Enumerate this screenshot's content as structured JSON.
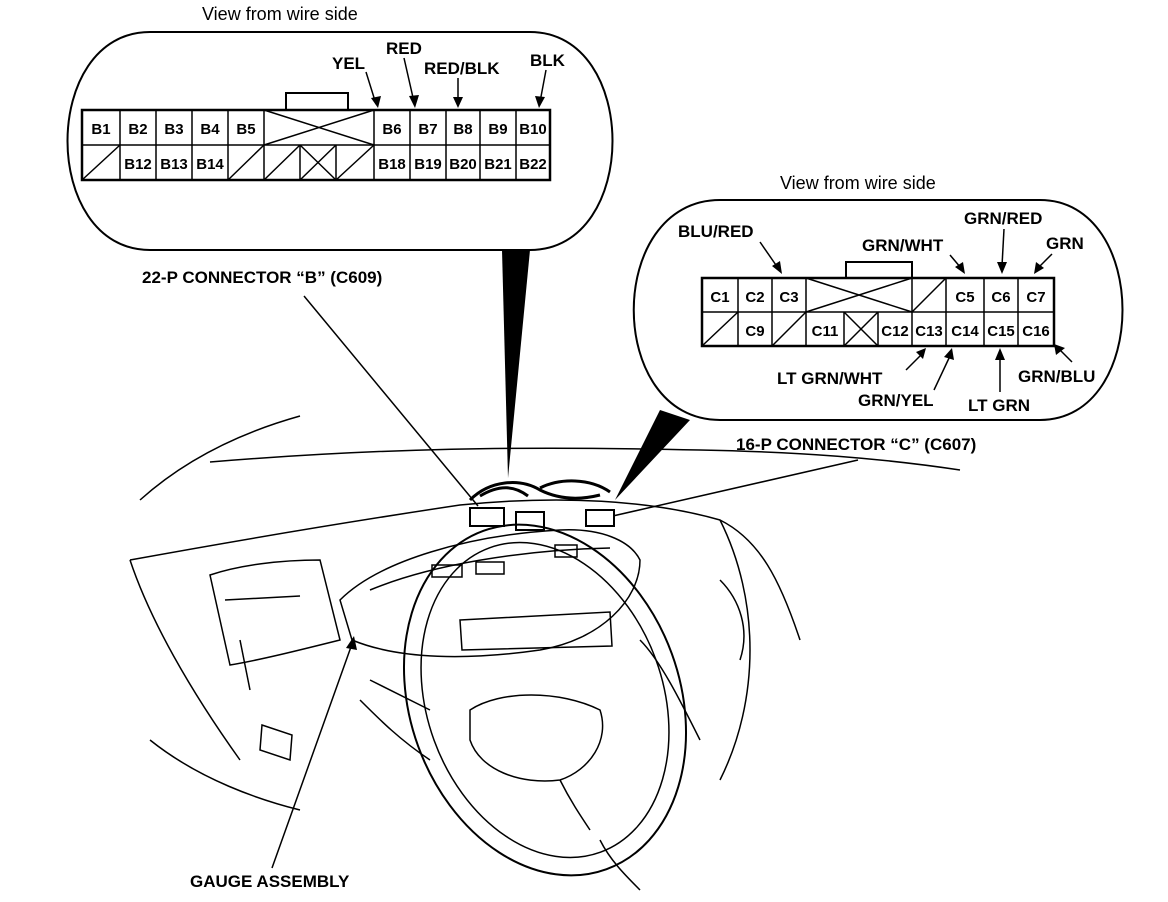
{
  "connector_b": {
    "view_label": "View from wire side",
    "title": "22-P CONNECTOR “B” (C609)",
    "row1": [
      "B1",
      "B2",
      "B3",
      "B4",
      "B5",
      "",
      "B6",
      "B7",
      "B8",
      "B9",
      "B10"
    ],
    "row2": [
      "",
      "B12",
      "B13",
      "B14",
      "",
      "",
      "",
      "",
      "B18",
      "B19",
      "B20",
      "B21",
      "B22"
    ],
    "wires": [
      "YEL",
      "RED",
      "RED/BLK",
      "BLK"
    ]
  },
  "connector_c": {
    "view_label": "View from wire side",
    "title": "16-P CONNECTOR “C” (C607)",
    "row1": [
      "C1",
      "C2",
      "C3",
      "",
      "",
      "C5",
      "C6",
      "C7"
    ],
    "row2": [
      "",
      "C9",
      "",
      "C11",
      "",
      "C12",
      "C13",
      "C14",
      "C15",
      "C16"
    ],
    "wires_top": [
      "BLU/RED",
      "GRN/WHT",
      "GRN/RED",
      "GRN"
    ],
    "wires_bottom": [
      "LT GRN/WHT",
      "GRN/YEL",
      "LT GRN",
      "GRN/BLU"
    ]
  },
  "gauge_label": "GAUGE ASSEMBLY"
}
